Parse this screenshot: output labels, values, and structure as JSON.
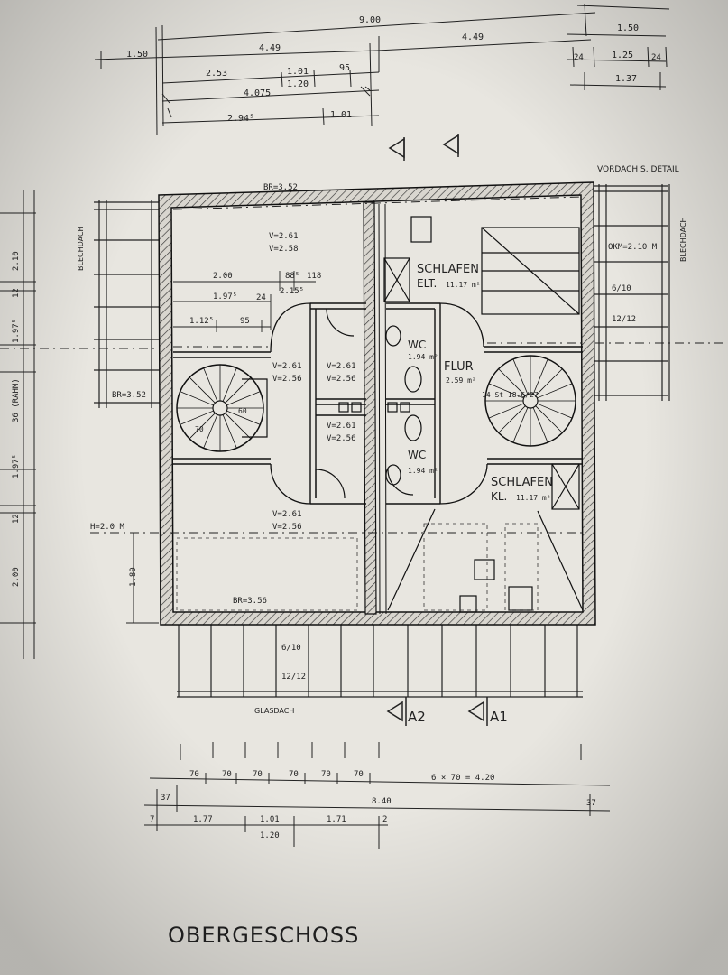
{
  "drawing": {
    "title": "OBERGESCHOSS",
    "annotations": {
      "vordach": "VORDACH S. DETAIL",
      "blechdach_left": "BLECHDACH",
      "blechdach_right": "BLECHDACH",
      "glasdach": "GLASDACH",
      "okm": "OKM=2.10 M",
      "h2": "H=2.0 M",
      "br_top": "BR=3.52",
      "br_left": "BR=3.52",
      "br_bottom": "BR=3.56",
      "section_a1": "A1",
      "section_a2": "A2",
      "post_a": "6/10",
      "post_b": "12/12",
      "post_c": "6/10",
      "post_d": "12/12",
      "stair_r": "14 St\n18.6/27"
    },
    "rooms": [
      {
        "name": "SCHLAFEN",
        "sub": "ELT.",
        "area": "11.17 m²"
      },
      {
        "name": "FLUR",
        "area": "2.59 m²"
      },
      {
        "name": "WC",
        "area": "1.94 m²"
      },
      {
        "name": "WC",
        "area": "1.94 m²"
      },
      {
        "name": "SCHLAFEN",
        "sub": "KL.",
        "area": "11.17 m²"
      }
    ],
    "levels": {
      "room_tl": [
        "V=2.61",
        "V=2.58"
      ],
      "hall_l": [
        "V=2.61",
        "V=2.56"
      ],
      "bath_a": [
        "V=2.61",
        "V=2.56"
      ],
      "bath_b": [
        "V=2.61",
        "V=2.56"
      ],
      "room_bl": [
        "V=2.61",
        "V=2.56"
      ]
    },
    "dimensions": {
      "top": [
        "9.00",
        "1.50",
        "4.49",
        "4.49",
        "1.50",
        "2.53",
        "1.01",
        "1.20",
        "95",
        "4.075",
        "2.94⁵",
        "1.01",
        "1.25",
        "24",
        "24",
        "1.37"
      ],
      "inner": [
        "2.00",
        "1.97⁵",
        "2.15⁵",
        "88⁵",
        "1.12⁵",
        "95",
        "118",
        "24"
      ],
      "left": [
        "2.10",
        "1.97⁵",
        "36 (RAHM)",
        "1.97⁵",
        "12",
        "2.00",
        "12"
      ],
      "bottom_row1": [
        "70",
        "70",
        "70",
        "70",
        "70",
        "70",
        "6 × 70 = 4.20"
      ],
      "bottom_row2": [
        "37",
        "8.40",
        "37"
      ],
      "bottom_row3": [
        "7",
        "1.77",
        "1.01",
        "1.20",
        "1.71",
        "2"
      ],
      "misc": [
        "1.80",
        "70",
        "60"
      ]
    }
  }
}
